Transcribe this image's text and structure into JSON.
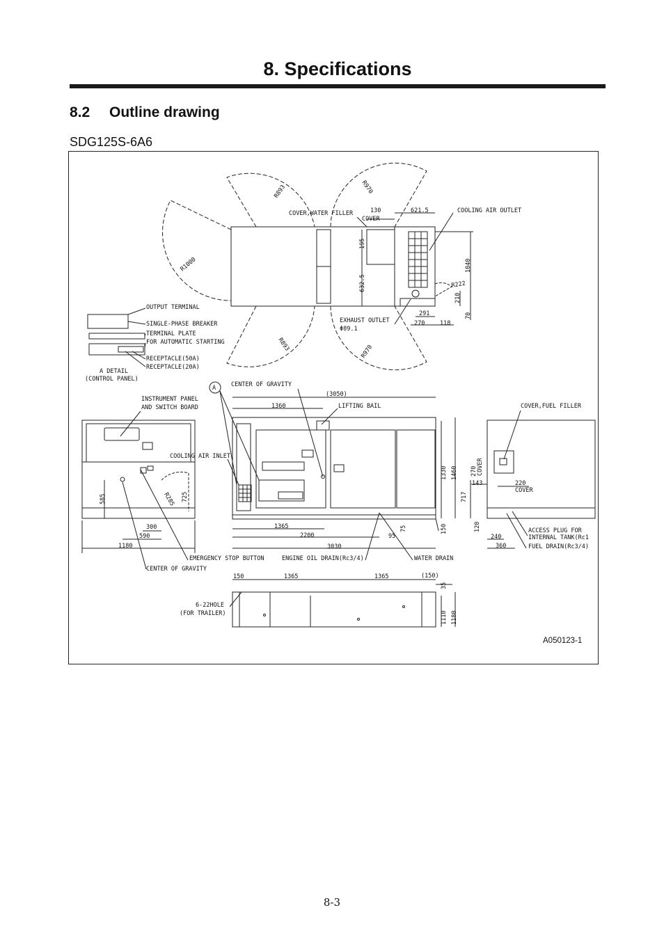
{
  "chapter": {
    "title": "8. Specifications"
  },
  "section": {
    "number": "8.2",
    "title": "Outline drawing"
  },
  "model": "SDG125S-6A6",
  "drawing": {
    "number": "A050123-1",
    "labels": {
      "cover_water_filler": "COVER,WATER FILLER",
      "cover": "COVER",
      "cooling_air_outlet": "COOLING AIR OUTLET",
      "exhaust_outlet": "EXHAUST OUTLET",
      "phi": "Φ89.1",
      "output_terminal": "OUTPUT TERMINAL",
      "single_phase_breaker": "SINGLE-PHASE BREAKER",
      "terminal_plate_1": "TERMINAL PLATE",
      "terminal_plate_2": "FOR AUTOMATIC STARTING",
      "receptacle_50a": "RECEPTACLE(50A)",
      "receptacle_20a": "RECEPTACLE(20A)",
      "a_detail": "A DETAIL",
      "control_panel": "(CONTROL PANEL)",
      "marker_a": "A",
      "center_of_gravity": "CENTER OF GRAVITY",
      "instrument_panel_1": "INSTRUMENT PANEL",
      "instrument_panel_2": "AND SWITCH BOARD",
      "lifting_bail": "LIFTING BAIL",
      "cover_fuel_filler": "COVER,FUEL FILLER",
      "cooling_air_inlet": "COOLING AIR INLET",
      "emergency_stop": "EMERGENCY STOP BUTTON",
      "engine_oil_drain": "ENGINE OIL DRAIN(Rc3/4)",
      "water_drain": "WATER DRAIN",
      "access_plug_1": "ACCESS PLUG FOR",
      "access_plug_2": "INTERNAL TANK(Rc1",
      "fuel_drain": "FUEL DRAIN(Rc3/4)",
      "hole_1": "6-22HOLE",
      "hole_2": "(FOR TRAILER)"
    },
    "radii": {
      "r893": "R893",
      "r970": "R970",
      "r1000": "R1000",
      "r222": "R222",
      "r285": "R285"
    },
    "dims": {
      "d130": "130",
      "d621_5": "621.5",
      "d195": "195",
      "d632_5": "632.5",
      "d1040": "1040",
      "d210": "210",
      "d70": "70",
      "d291": "291",
      "d270": "270",
      "d118": "118",
      "d3050": "(3050)",
      "d1360": "1360",
      "d1330": "1330",
      "d1460": "1460",
      "d717": "717",
      "d1365": "1365",
      "d2200": "2200",
      "d3030": "3030",
      "d75": "75",
      "d95": "95",
      "d150": "150",
      "d585": "585",
      "d725": "725",
      "d300": "300",
      "d590": "590",
      "d1180": "1180",
      "d143": "143",
      "d220": "220",
      "d120": "120",
      "d240": "240",
      "d360": "360",
      "d150b": "150",
      "d1365b": "1365",
      "d1365c": "1365",
      "d150c": "(150)",
      "d35": "35",
      "d1110": "1110"
    }
  }
}
